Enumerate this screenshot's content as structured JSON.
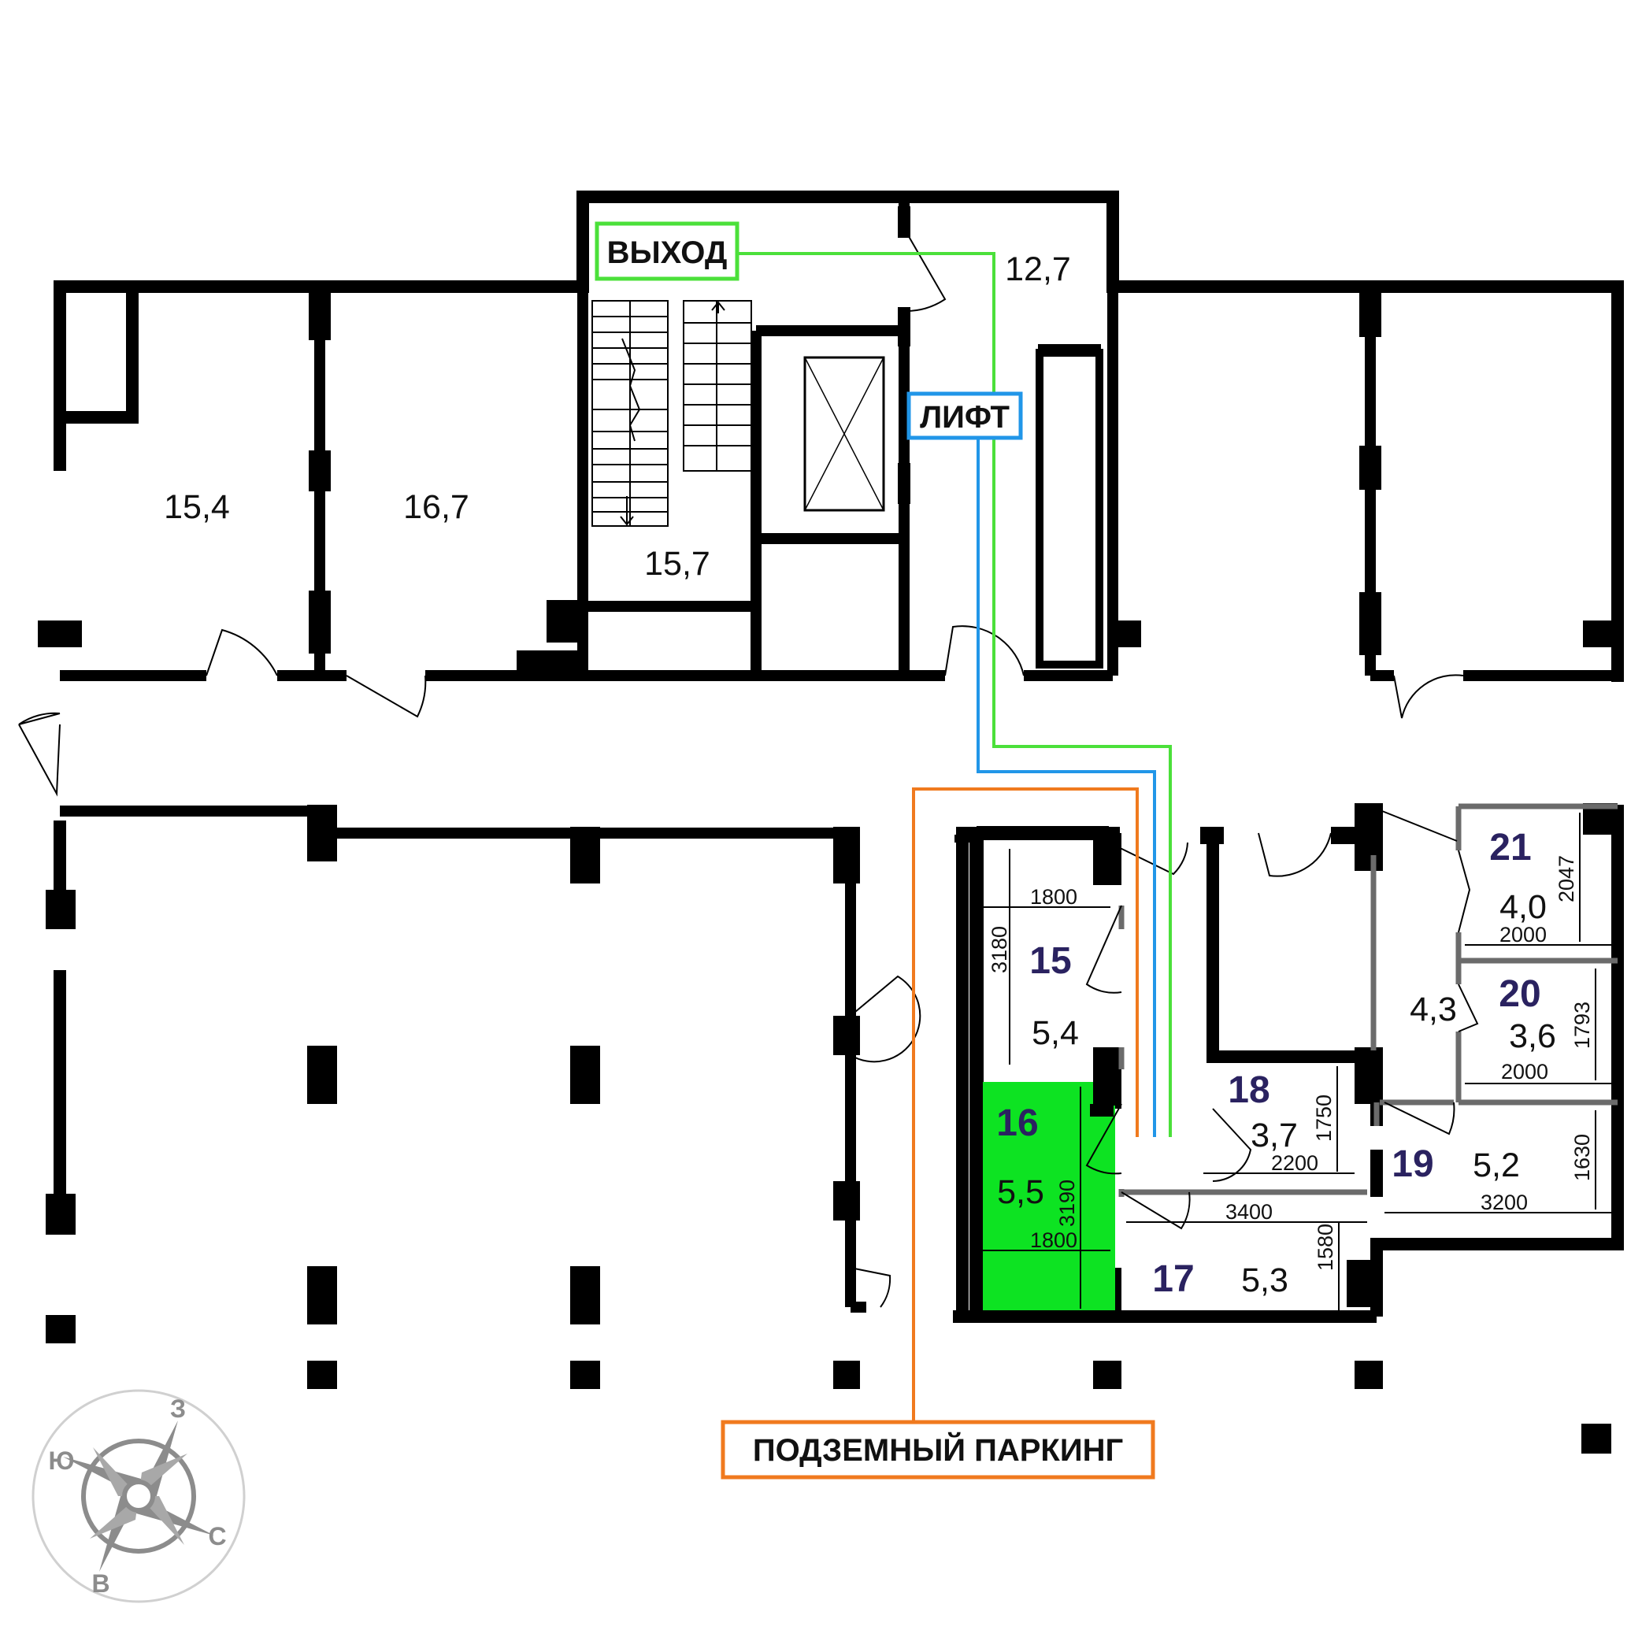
{
  "labels": {
    "exit": "ВЫХОД",
    "elevator": "ЛИФТ",
    "parking": "ПОДЗЕМНЫЙ ПАРКИНГ"
  },
  "colors": {
    "exit_route": "#4be03a",
    "elevator_route": "#2196e8",
    "parking_route": "#f07a1e",
    "selected_unit": "#0de322",
    "unit_number": "#2a2260",
    "wall": "#000000",
    "partition": "#6b6b6b",
    "compass": "#8c8c8c"
  },
  "areas": {
    "room_a": "15,4",
    "room_b": "16,7",
    "stair": "15,7",
    "lobby": "12,7",
    "corridor_box": "4,3"
  },
  "units": [
    {
      "number": "15",
      "area": "5,4",
      "dims": [
        "1800",
        "3180"
      ]
    },
    {
      "number": "16",
      "area": "5,5",
      "dims": [
        "1800",
        "3190"
      ],
      "selected": true
    },
    {
      "number": "17",
      "area": "5,3",
      "dims": [
        "3400",
        "1580"
      ]
    },
    {
      "number": "18",
      "area": "3,7",
      "dims": [
        "2200",
        "1750"
      ]
    },
    {
      "number": "19",
      "area": "5,2",
      "dims": [
        "3200",
        "1630"
      ]
    },
    {
      "number": "20",
      "area": "3,6",
      "dims": [
        "2000",
        "1793"
      ]
    },
    {
      "number": "21",
      "area": "4,0",
      "dims": [
        "2000",
        "2047"
      ]
    }
  ],
  "compass": {
    "icon": "compass-rose-icon",
    "z": "З",
    "yu": "Ю",
    "s": "С",
    "v": "В"
  }
}
